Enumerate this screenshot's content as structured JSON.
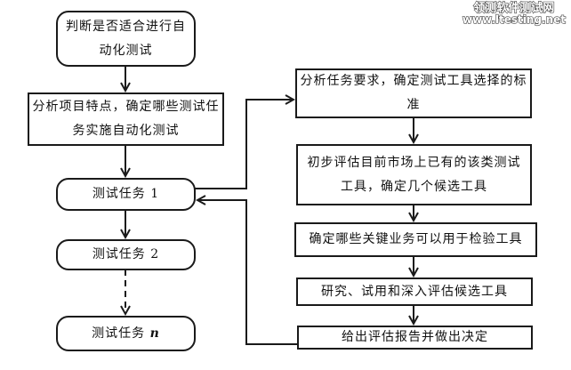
{
  "watermark": {
    "title": "领测软件测试网",
    "url": "www.ltesting.net"
  },
  "left_column": {
    "decide": {
      "line1": "判断是否适合进行自",
      "line2": "动化测试"
    },
    "analyze_project": {
      "line1": "分析项目特点，确定哪些测试任",
      "line2": "务实施自动化测试"
    },
    "tasks": [
      {
        "label": "测试任务",
        "index": "1"
      },
      {
        "label": "测试任务",
        "index": "2"
      },
      {
        "label": "测试任务",
        "index": "n"
      }
    ]
  },
  "right_column": {
    "steps": [
      {
        "line1": "分析任务要求，确定测试工具选择的标",
        "line2": "准"
      },
      {
        "line1": "初步评估目前市场上已有的该类测试",
        "line2": "工具，确定几个候选工具"
      },
      {
        "line1": "确定哪些关键业务可以用于检验工具"
      },
      {
        "line1": "研究、试用和深入评估候选工具"
      },
      {
        "line1": "给出评估报告并做出决定"
      }
    ]
  },
  "colors": {
    "stroke": "#1a1a1a",
    "background": "#ffffff"
  }
}
